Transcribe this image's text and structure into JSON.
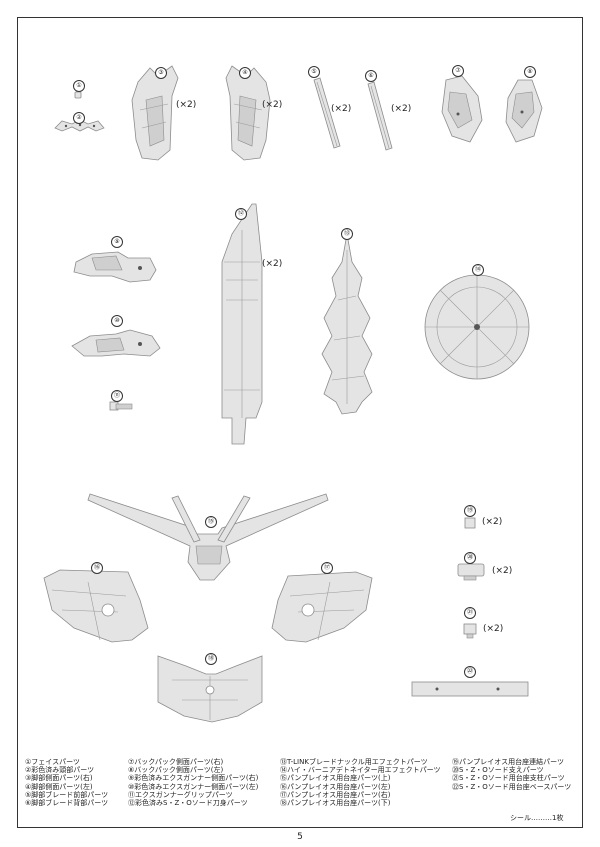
{
  "page": {
    "number": "5"
  },
  "parts": [
    {
      "id": "1",
      "label": "①"
    },
    {
      "id": "2",
      "label": "②"
    },
    {
      "id": "3",
      "label": "③",
      "multiplier": "(×2)"
    },
    {
      "id": "4",
      "label": "④",
      "multiplier": "(×2)"
    },
    {
      "id": "5",
      "label": "⑤",
      "multiplier": "(×2)"
    },
    {
      "id": "6",
      "label": "⑥",
      "multiplier": "(×2)"
    },
    {
      "id": "7",
      "label": "⑦"
    },
    {
      "id": "8",
      "label": "⑧"
    },
    {
      "id": "9",
      "label": "⑨"
    },
    {
      "id": "10",
      "label": "⑩"
    },
    {
      "id": "11",
      "label": "⑪"
    },
    {
      "id": "12",
      "label": "⑫",
      "multiplier": "(×2)"
    },
    {
      "id": "13",
      "label": "⑬"
    },
    {
      "id": "14",
      "label": "⑭"
    },
    {
      "id": "15",
      "label": "⑮"
    },
    {
      "id": "16",
      "label": "⑯"
    },
    {
      "id": "17",
      "label": "⑰"
    },
    {
      "id": "18",
      "label": "⑱"
    },
    {
      "id": "19",
      "label": "⑲",
      "multiplier": "(×2)"
    },
    {
      "id": "20",
      "label": "⑳",
      "multiplier": "(×2)"
    },
    {
      "id": "21",
      "label": "㉑",
      "multiplier": "(×2)"
    },
    {
      "id": "22",
      "label": "㉒"
    }
  ],
  "legend": {
    "col1": [
      "①フェイスパーツ",
      "②彩色済み頭部パーツ",
      "③脚部側面パーツ(右)",
      "④脚部側面パーツ(左)",
      "⑤脚部ブレード前部パーツ",
      "⑥脚部ブレード背部パーツ"
    ],
    "col2": [
      "⑦バックパック側面パーツ(右)",
      "⑧バックパック側面パーツ(左)",
      "⑨彩色済みエクスガンナー側面パーツ(右)",
      "⑩彩色済みエクスガンナー側面パーツ(左)",
      "⑪エクスガンナーグリップパーツ",
      "⑫彩色済みS・Z・Oソード刀身パーツ"
    ],
    "col3": [
      "⑬T-LINKブレードナックル用エフェクトパーツ",
      "⑭ハイ・バーニアデトネイター用エフェクトパーツ",
      "⑮パンプレイオス用台座パーツ(上)",
      "⑯パンプレイオス用台座パーツ(左)",
      "⑰パンプレイオス用台座パーツ(右)",
      "⑱パンプレイオス用台座パーツ(下)"
    ],
    "col4": [
      "⑲パンプレイオス用台座連結パーツ",
      "⑳S・Z・Oソード支えパーツ",
      "㉑S・Z・Oソード用台座支柱パーツ",
      "㉒S・Z・Oソード用台座ベースパーツ"
    ]
  },
  "seal": "シール………1枚",
  "colors": {
    "part_fill": "#e2e2e2",
    "part_stroke": "#8a8a8a",
    "frame": "#333333"
  }
}
